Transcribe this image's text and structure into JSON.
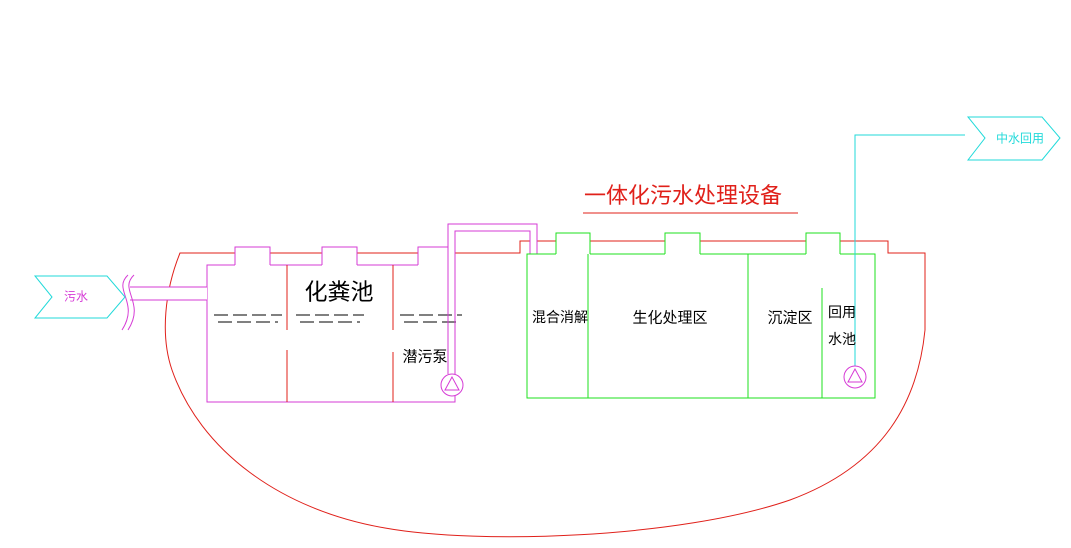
{
  "title": "一体化污水处理设备",
  "labels": {
    "septic_tank": "化粪池",
    "submersible_pump": "潜污泵",
    "mixing_digestion": "混合消解",
    "biochemical_zone": "生化处理区",
    "sedimentation_zone": "沉淀区",
    "reuse_pool_line1": "回用",
    "reuse_pool_line2": "水池"
  },
  "arrows": {
    "inlet": "污水",
    "outlet": "中水回用"
  },
  "icons": {
    "pump": "pump-icon",
    "inlet_arrow": "inlet-arrow-icon",
    "outlet_arrow": "outlet-arrow-icon"
  },
  "colors": {
    "red": "#e0201a",
    "magenta": "#d63bd6",
    "green": "#1ee01e",
    "cyan": "#22dada",
    "ink": "#000000"
  }
}
